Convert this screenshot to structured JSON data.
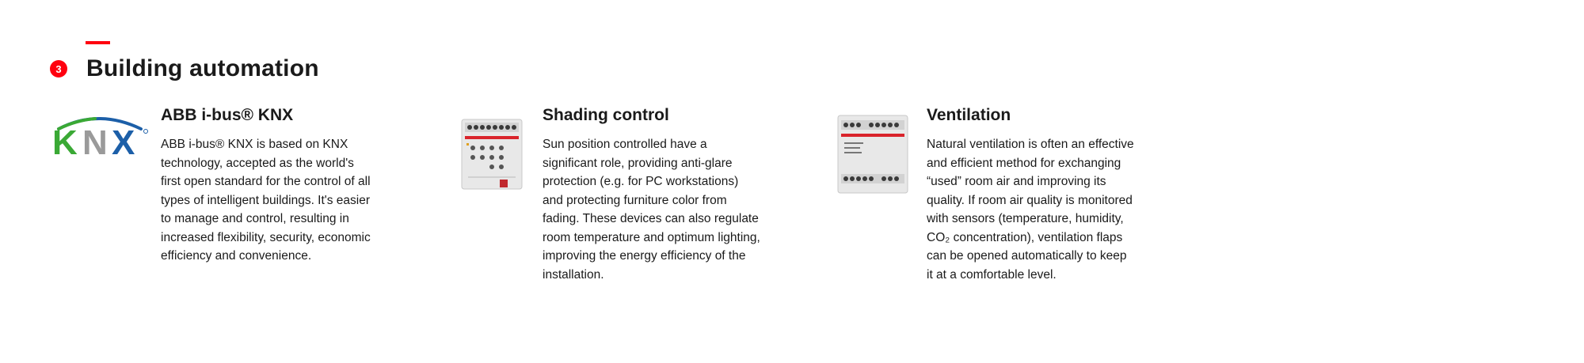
{
  "section": {
    "step_number": "3",
    "title": "Building automation",
    "accent_color": "#ff000f"
  },
  "columns": [
    {
      "image": "knx-logo",
      "title": "ABB i-bus® KNX",
      "body": "ABB i-bus® KNX is based on KNX\ntechnology, accepted as the world's\nfirst open standard for the control of all\ntypes of intelligent buildings. It's easier\nto manage and control, resulting in\nincreased flexibility, security, economic\nefficiency and convenience."
    },
    {
      "image": "shading-actuator-device",
      "title": "Shading control",
      "body": "Sun position controlled have a\nsignificant role, providing anti-glare\nprotection (e.g. for PC workstations)\nand protecting furniture color from\nfading. These devices can also regulate\nroom temperature and optimum lighting,\nimproving the energy efficiency of the\ninstallation."
    },
    {
      "image": "ventilation-actuator-device",
      "title": "Ventilation",
      "body": "Natural ventilation is often an effective\nand efficient method for exchanging\n“used” room air and improving its\nquality. If room air quality is monitored\nwith sensors (temperature, humidity,\nCO₂ concentration), ventilation flaps\ncan be opened automatically to keep\nit at a comfortable level."
    }
  ],
  "logo": {
    "text": "KNX",
    "color_green": "#3aa935",
    "color_gray": "#9a9a9a",
    "color_blue": "#1c5fa8"
  }
}
